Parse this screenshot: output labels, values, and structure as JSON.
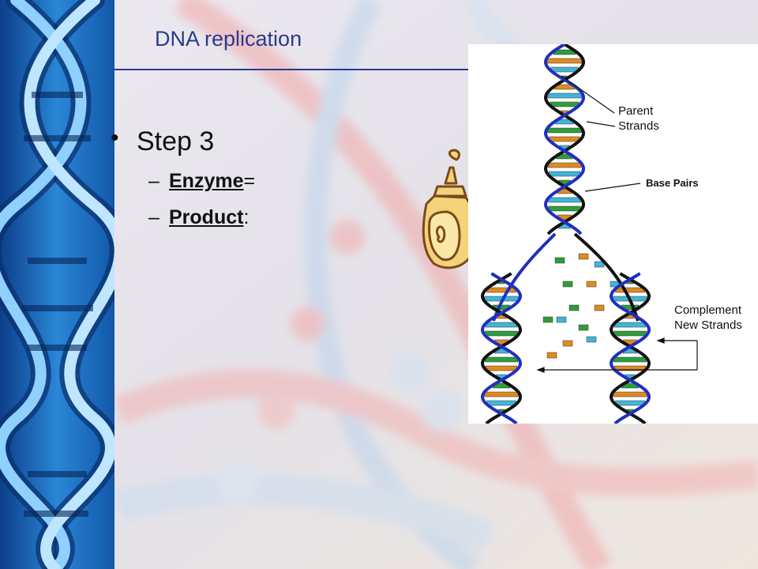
{
  "slide": {
    "title": "DNA replication",
    "bullet": "Step 3",
    "sub_items": [
      {
        "label": "Enzyme",
        "suffix": "="
      },
      {
        "label": "Product",
        "suffix": ":"
      }
    ]
  },
  "diagram": {
    "labels": {
      "parent_1": "Parent",
      "parent_2": "Strands",
      "base_pairs": "Base Pairs",
      "complement_1": "Complement",
      "complement_2": "New Strands"
    },
    "colors": {
      "backbone_parent": "#111111",
      "backbone_new": "#1f2fbf",
      "base_green": "#2e9e3a",
      "base_orange": "#e08a1e",
      "base_cyan": "#3fb6d8"
    }
  },
  "colors": {
    "title": "#2b3a8f",
    "band_blue": "#1e6fc0",
    "glue_outline": "#7a4b1c"
  }
}
